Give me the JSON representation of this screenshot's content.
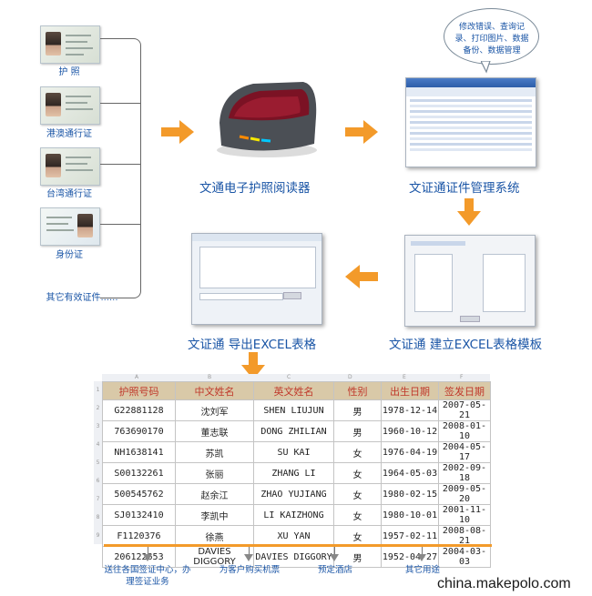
{
  "documents": [
    {
      "label": "护 照"
    },
    {
      "label": "港澳通行证"
    },
    {
      "label": "台湾通行证"
    },
    {
      "label": "身份证"
    },
    {
      "label": "其它有效证件......"
    }
  ],
  "steps": {
    "reader": "文通电子护照阅读器",
    "system": "文证通证件管理系统",
    "template": "文证通 建立EXCEL表格模板",
    "export": "文证通 导出EXCEL表格"
  },
  "bubble": "修改错误、查询记录、打印图片、数据备份、数据管理",
  "table": {
    "columns": [
      "A",
      "B",
      "C",
      "D",
      "E",
      "F"
    ],
    "headers": [
      "护照号码",
      "中文姓名",
      "英文姓名",
      "性别",
      "出生日期",
      "签发日期"
    ],
    "rows": [
      [
        "G22881128",
        "沈刘军",
        "SHEN  LIUJUN",
        "男",
        "1978-12-14",
        "2007-05-21"
      ],
      [
        "763690170",
        "董志联",
        "DONG ZHILIAN",
        "男",
        "1960-10-12",
        "2008-01-10"
      ],
      [
        "NH1638141",
        "苏凯",
        "SU KAI",
        "女",
        "1976-04-19",
        "2004-05-17"
      ],
      [
        "S00132261",
        "张丽",
        "ZHANG LI",
        "女",
        "1964-05-03",
        "2002-09-18"
      ],
      [
        "500545762",
        "赵余江",
        "ZHAO YUJIANG",
        "女",
        "1980-02-15",
        "2009-05-20"
      ],
      [
        "SJ0132410",
        "李凯中",
        "LI KAIZHONG",
        "女",
        "1980-10-01",
        "2001-11-10"
      ],
      [
        "F1120376",
        "徐燕",
        "XU YAN",
        "女",
        "1957-02-11",
        "2008-08-21"
      ],
      [
        "206122653",
        "DAVIES DIGGORY",
        "DAVIES DIGGORY",
        "男",
        "1952-04-27",
        "2004-03-03"
      ]
    ],
    "row_numbers": [
      "1",
      "2",
      "3",
      "4",
      "5",
      "6",
      "7",
      "8",
      "9"
    ]
  },
  "uses": [
    "送往各国签证中心，办理签证业务",
    "为客户购买机票",
    "预定酒店",
    "其它用途"
  ],
  "watermark": "china.makepolo.com",
  "colors": {
    "accent_orange": "#f39a2a",
    "label_blue": "#1a55a6",
    "header_fill": "#d9c9a8",
    "header_text": "#c0392b"
  }
}
